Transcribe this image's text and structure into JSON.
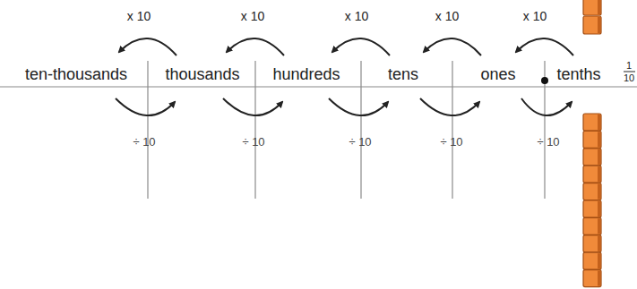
{
  "diagram": {
    "labels": [
      "x 10",
      "x 10",
      "x 10",
      "x 10",
      "x 10",
      "ten-thousands",
      "thousands",
      "hundreds",
      "tens",
      "ones",
      "tenths",
      "1",
      "10",
      "÷ 10",
      "÷ 10",
      "÷ 10",
      "÷ 10",
      "÷ 10"
    ]
  }
}
